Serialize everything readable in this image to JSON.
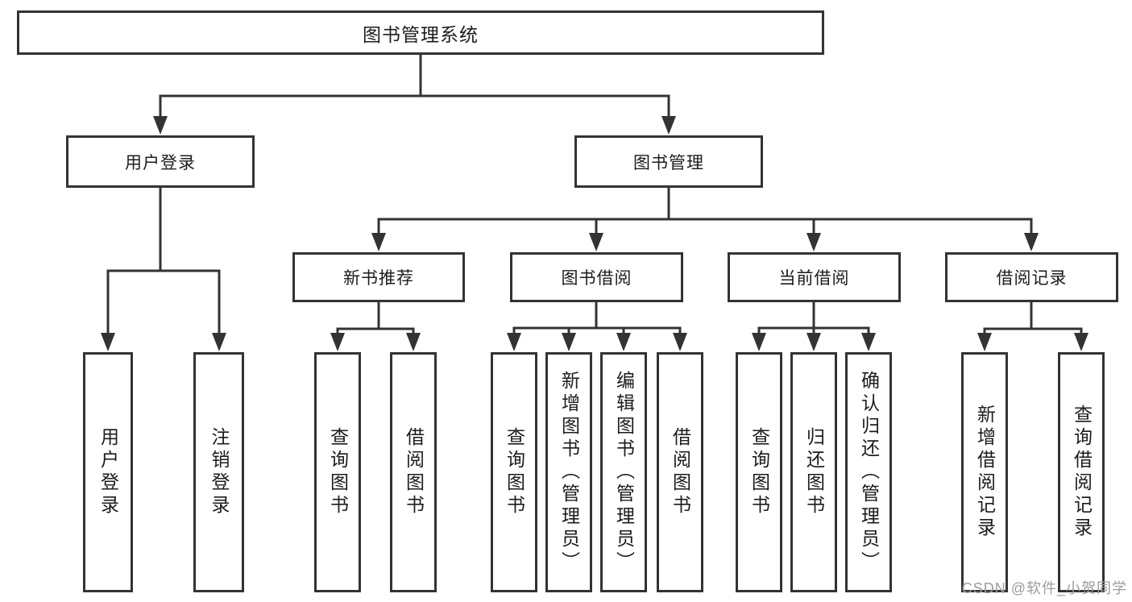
{
  "tree": {
    "root": {
      "label": "图书管理系统"
    },
    "user_login": {
      "label": "用户登录",
      "children": {
        "login": {
          "label": "用户登录"
        },
        "logout": {
          "label": "注销登录"
        }
      }
    },
    "book_management": {
      "label": "图书管理",
      "children": {
        "new_book_recommendation": {
          "label": "新书推荐",
          "children": {
            "query_books": {
              "label": "查询图书"
            },
            "borrow_books": {
              "label": "借阅图书"
            }
          }
        },
        "book_borrowing": {
          "label": "图书借阅",
          "children": {
            "query_books": {
              "label": "查询图书"
            },
            "add_books_admin": {
              "label": "新增图书（管理员）"
            },
            "edit_books_admin": {
              "label": "编辑图书（管理员）"
            },
            "borrow_books": {
              "label": "借阅图书"
            }
          }
        },
        "current_borrowing": {
          "label": "当前借阅",
          "children": {
            "query_books": {
              "label": "查询图书"
            },
            "return_books": {
              "label": "归还图书"
            },
            "confirm_return_admin": {
              "label": "确认归还（管理员）"
            }
          }
        },
        "borrowing_records": {
          "label": "借阅记录",
          "children": {
            "add_borrow_record": {
              "label": "新增借阅记录"
            },
            "query_borrow_record": {
              "label": "查询借阅记录"
            }
          }
        }
      }
    }
  },
  "watermark": "CSDN @软件_小贺同学",
  "colors": {
    "line": "#333333",
    "text": "#1c1c1c",
    "watermark": "#9c9c9c",
    "background": "#ffffff"
  }
}
